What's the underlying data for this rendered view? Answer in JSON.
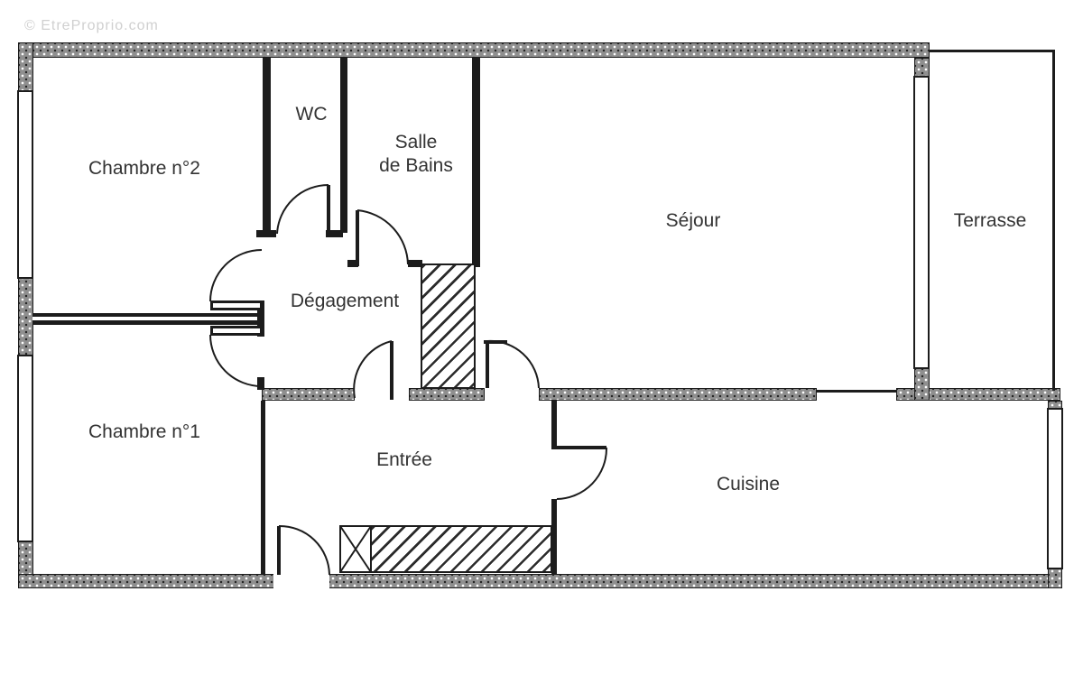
{
  "watermark": {
    "text": "© EtreProprio.com"
  },
  "plan": {
    "type": "apartment-floor-plan",
    "rooms": [
      {
        "id": "chambre-n2",
        "label": "Chambre n°2"
      },
      {
        "id": "wc",
        "label": "WC"
      },
      {
        "id": "salle-de-bains",
        "label": "Salle",
        "label2": "de Bains"
      },
      {
        "id": "sejour",
        "label": "Séjour"
      },
      {
        "id": "terrasse",
        "label": "Terrasse"
      },
      {
        "id": "degagement",
        "label": "Dégagement"
      },
      {
        "id": "chambre-n1",
        "label": "Chambre n°1"
      },
      {
        "id": "entree",
        "label": "Entrée"
      },
      {
        "id": "cuisine",
        "label": "Cuisine"
      }
    ],
    "colors": {
      "background": "#ffffff",
      "wall_hatch_fill": "#8f8f8f",
      "line": "#1c1c1c",
      "label_text": "#333333",
      "watermark_text": "#d0d0d0"
    }
  }
}
